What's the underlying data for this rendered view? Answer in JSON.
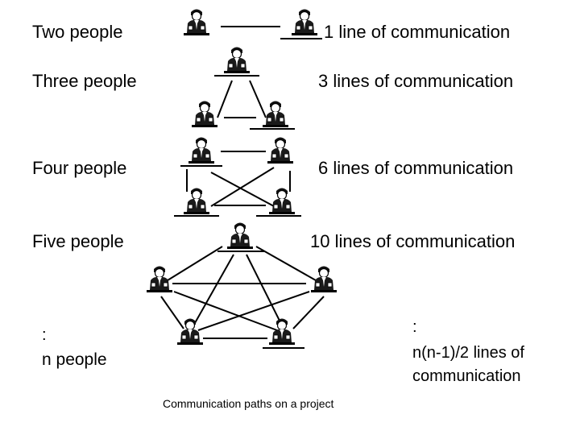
{
  "rows": [
    {
      "left": "Two people",
      "right": "1 line of communication"
    },
    {
      "left": "Three people",
      "right": "3 lines of communication"
    },
    {
      "left": "Four people",
      "right": "6 lines of communication"
    },
    {
      "left": "Five people",
      "right": "10 lines of communication"
    }
  ],
  "general": {
    "left_ellipsis": ":",
    "left_label": "n people",
    "right_ellipsis": ":",
    "right_formula_1": "n(n-1)/2 lines of",
    "right_formula_2": "communication"
  },
  "caption": "Communication paths on a project",
  "icon": "person-at-desk-icon"
}
